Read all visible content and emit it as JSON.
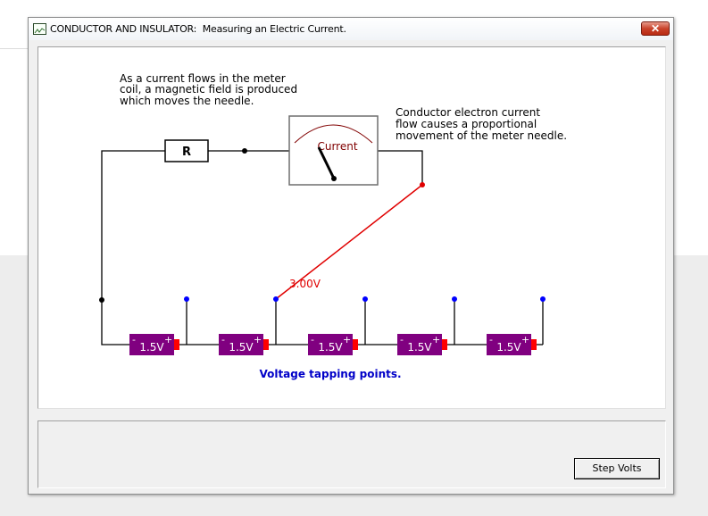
{
  "window": {
    "title": "CONDUCTOR AND INSULATOR:  Measuring an Electric Current.",
    "close_label": "✕"
  },
  "diagram": {
    "note_left": [
      "As a current flows in the meter",
      "coil, a magnetic field is produced",
      "which moves the needle."
    ],
    "note_right": [
      "Conductor electron current",
      "flow causes a proportional",
      "movement of the meter needle."
    ],
    "resistor_label": "R",
    "meter_label": "Current",
    "probe_voltage": "3.00V",
    "battery_label": "1.5V",
    "battery_minus": "-",
    "battery_plus": "+",
    "tapping_caption": "Voltage tapping points.",
    "colors": {
      "battery": "#800080",
      "terminal": "#ff0000",
      "tap_point": "#0000ff",
      "probe": "#e00000",
      "caption": "#0000c8",
      "meter_text": "#800000"
    }
  },
  "controls": {
    "step_volts_label": "Step Volts"
  }
}
